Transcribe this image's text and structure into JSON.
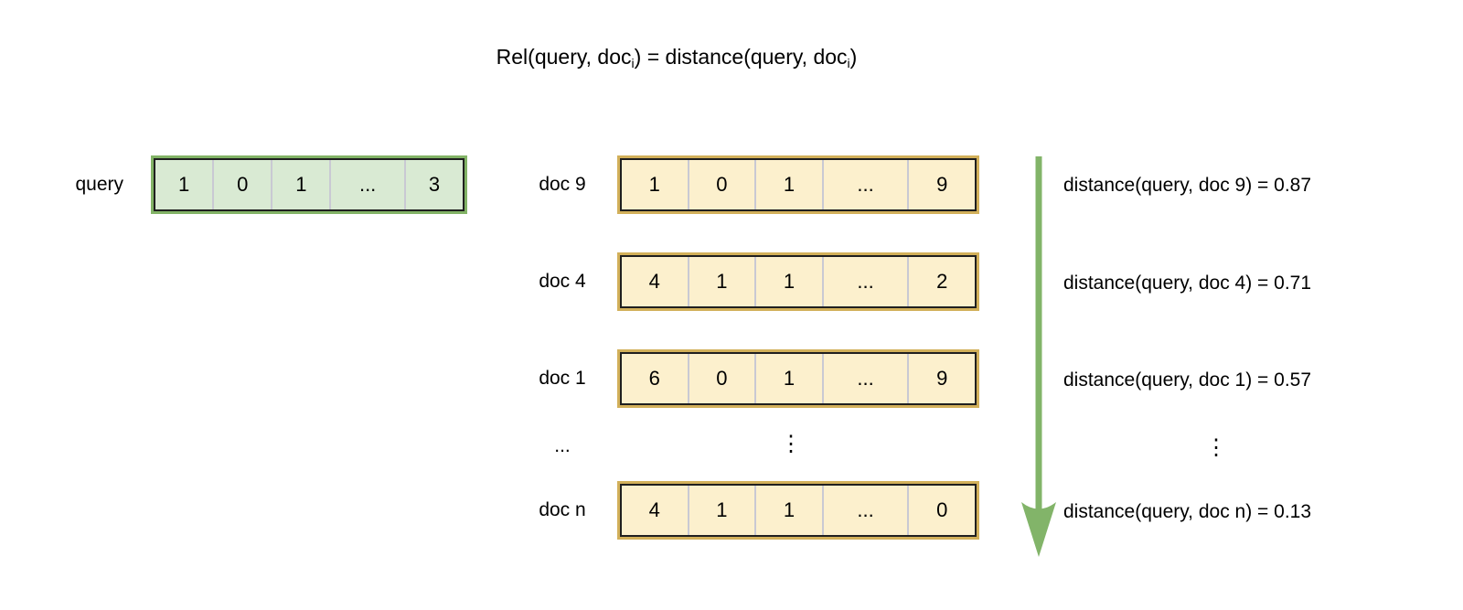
{
  "colors": {
    "background": "#ffffff",
    "text": "#000000",
    "green_fill": "#d9ead3",
    "green_stroke": "#82b366",
    "yellow_fill": "#fcf0cd",
    "yellow_stroke": "#d2b05a",
    "inner_stroke": "#1f1f1f",
    "divider": "#c9c9d3",
    "arrow": "#82b469"
  },
  "title": {
    "part1": "Rel(query, doc",
    "sub1": "i",
    "part2": ") = distance(query, doc",
    "sub2": "i",
    "part3": ")"
  },
  "query": {
    "label": "query",
    "cells": [
      "1",
      "0",
      "1",
      "...",
      "3"
    ]
  },
  "docs": [
    {
      "label": "doc 9",
      "cells": [
        "1",
        "0",
        "1",
        "...",
        "9"
      ],
      "distance": "distance(query, doc 9) = 0.87"
    },
    {
      "label": "doc 4",
      "cells": [
        "4",
        "1",
        "1",
        "...",
        "2"
      ],
      "distance": "distance(query, doc 4) = 0.71"
    },
    {
      "label": "doc 1",
      "cells": [
        "6",
        "0",
        "1",
        "...",
        "9"
      ],
      "distance": "distance(query, doc 1) = 0.57"
    },
    {
      "label": "doc n",
      "cells": [
        "4",
        "1",
        "1",
        "...",
        "0"
      ],
      "distance": "distance(query, doc n) = 0.13"
    }
  ],
  "ellipsis": {
    "labels_column": "...",
    "vector_column": "⋮",
    "distance_column": "⋮"
  }
}
